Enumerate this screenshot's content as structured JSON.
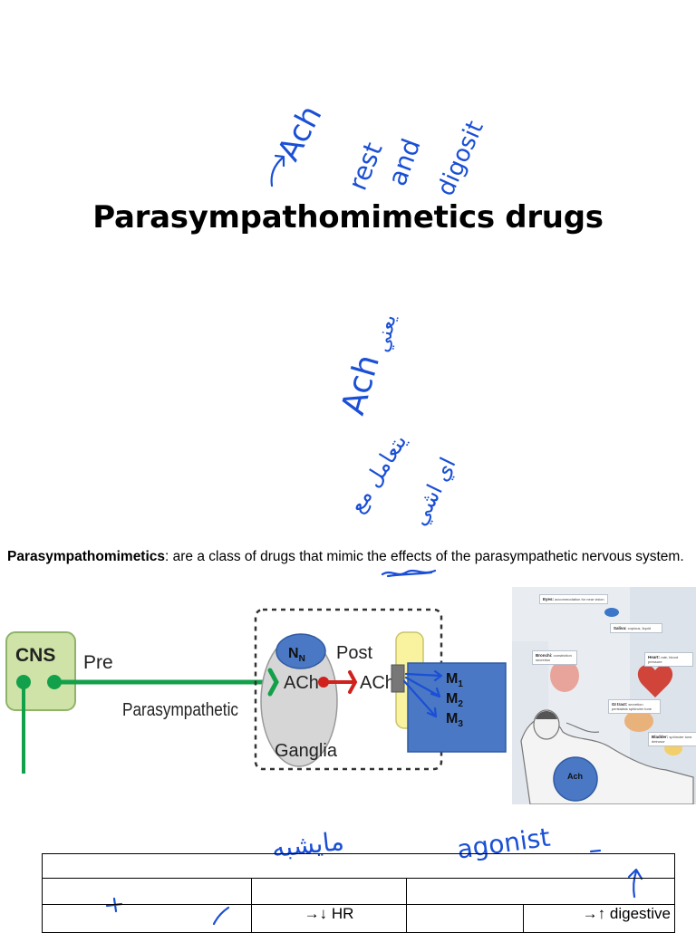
{
  "document": {
    "title": "Parasympathomimetics drugs",
    "definition": {
      "term": "Parasympathomimetics",
      "text_before": ":  are a class of drugs that ",
      "highlight": "mimic",
      "text_after": " the effects of the parasympathetic nervous system."
    }
  },
  "handwritten_notes": {
    "ach_top": "Ach",
    "rest": "rest",
    "and": "and",
    "digest": "digosit",
    "ach_middle": "Ach",
    "arabic_1": "يعني",
    "arabic_2": "يتعامل مع",
    "arabic_3": "اي اشي",
    "arabic_bottom": "مايشبه",
    "agonist": "agonist"
  },
  "diagram": {
    "cns_label": "CNS",
    "pre_label": "Pre",
    "parasympathetic_label": "Parasympathetic",
    "nn_label": "N",
    "nn_sub": "N",
    "post_label": "Post",
    "ach_left": "ACh",
    "ach_right": "ACh",
    "ganglia_label": "Ganglia",
    "receptors": [
      {
        "label": "M",
        "sub": "1"
      },
      {
        "label": "M",
        "sub": "2"
      },
      {
        "label": "M",
        "sub": "3"
      }
    ],
    "colors": {
      "green_fiber": "#13a04a",
      "red_fiber": "#d0211c",
      "cns_box": "#cfe3a8",
      "nn_oval": "#4a78c4",
      "receptor_box": "#4a78c4",
      "effector": "#f9f3a0"
    }
  },
  "illustration": {
    "ach_badge": "Ach",
    "cards": [
      {
        "title": "Eyes:",
        "text": "accommodation for near vision"
      },
      {
        "title": "Saliva:",
        "text": "copious, liquid"
      },
      {
        "title": "Bronchi:",
        "text": "constriction secretion"
      },
      {
        "title": "Heart:",
        "text": "rate, blood pressure"
      },
      {
        "title": "GI tract:",
        "text": "secretion peristalsis sphincter tone"
      },
      {
        "title": "Bladder:",
        "text": "sphincter tone detrusor"
      }
    ]
  },
  "effects_table": {
    "rows": [
      [
        ""
      ],
      [
        "",
        "",
        ""
      ],
      [
        "",
        "→↓ HR",
        "",
        "→↑ digestive"
      ]
    ]
  }
}
